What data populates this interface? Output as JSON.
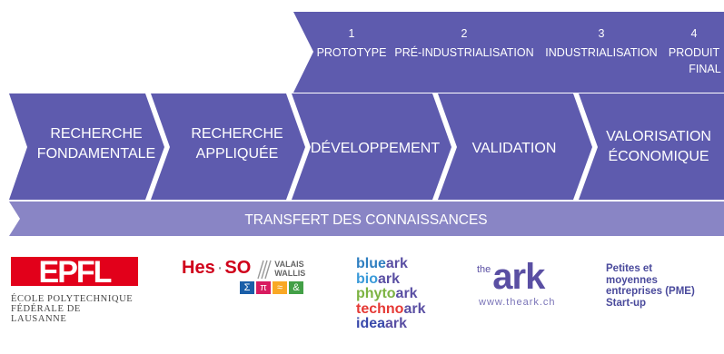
{
  "phases": [
    {
      "num": "1",
      "label": "PROTOTYPE"
    },
    {
      "num": "2",
      "label": "PRÉ-INDUSTRIALISATION"
    },
    {
      "num": "3",
      "label": "INDUSTRIALISATION"
    },
    {
      "num": "4",
      "label_line1": "PRODUIT",
      "label_line2": "FINAL"
    }
  ],
  "stages": [
    {
      "line1": "RECHERCHE",
      "line2": "FONDAMENTALE"
    },
    {
      "line1": "RECHERCHE",
      "line2": "APPLIQUÉE"
    },
    {
      "line1": "DÉVELOPPEMENT"
    },
    {
      "line1": "VALIDATION"
    },
    {
      "line1": "VALORISATION",
      "line2": "ÉCONOMIQUE"
    }
  ],
  "transfer_label": "TRANSFERT DES CONNAISSANCES",
  "logos": {
    "epfl": {
      "mark": "EPFL",
      "line1": "ÉCOLE POLYTECHNIQUE",
      "line2": "FÉDÉRALE DE LAUSANNE"
    },
    "hes": {
      "brand": "Hes",
      "dot": "·",
      "so": "SO",
      "line1": "VALAIS",
      "line2": "WALLIS",
      "symbols": [
        "Σ",
        "π",
        "≈",
        "&"
      ]
    },
    "arks": [
      {
        "prefix": "blue",
        "suffix": "ark",
        "color": "#2f7fc1"
      },
      {
        "prefix": "bio",
        "suffix": "ark",
        "color": "#3a9ad9"
      },
      {
        "prefix": "phyto",
        "suffix": "ark",
        "color": "#7cb342"
      },
      {
        "prefix": "techno",
        "suffix": "ark",
        "color": "#e53935"
      },
      {
        "prefix": "idea",
        "suffix": "ark",
        "color": "#3949ab"
      }
    ],
    "theark": {
      "the": "the",
      "ark": "ark",
      "url": "www.theark.ch"
    }
  },
  "pme": {
    "line1": "Petites et",
    "line2": "moyennes",
    "line3": "entreprises (PME)",
    "line4": "Start-up"
  },
  "colors": {
    "arrow_dark": "#5e5bae",
    "band_light": "#8985c5",
    "hes_red": "#d0021b",
    "hes_blue": "#1a5ea8",
    "ark_purple": "#5a4fa3"
  }
}
